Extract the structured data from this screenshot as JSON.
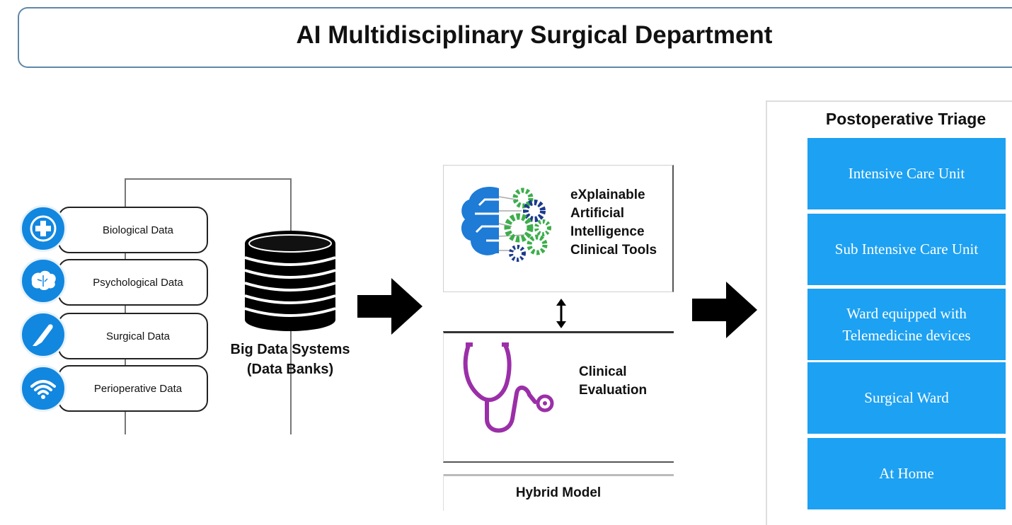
{
  "title": "AI Multidisciplinary Surgical Department",
  "data_sources": [
    {
      "label": "Biological Data",
      "icon": "medical-cross-icon"
    },
    {
      "label": "Psychological Data",
      "icon": "brain-icon"
    },
    {
      "label": "Surgical Data",
      "icon": "scalpel-icon"
    },
    {
      "label": "Perioperative Data",
      "icon": "wifi-icon"
    }
  ],
  "data_bank": {
    "line1": "Big Data Systems",
    "line2": "(Data Banks)"
  },
  "xai": {
    "line1": "eXplainable",
    "line2": "Artificial",
    "line3": "Intelligence",
    "line4": "Clinical Tools"
  },
  "clinical": {
    "line1": "Clinical",
    "line2": "Evaluation"
  },
  "hybrid_label": "Hybrid Model",
  "triage": {
    "title": "Postoperative Triage",
    "items": [
      {
        "label": "Intensive Care Unit"
      },
      {
        "label": "Sub Intensive Care Unit"
      },
      {
        "label": "Ward equipped with  Telemedicine devices"
      },
      {
        "label": "Surgical Ward"
      },
      {
        "label": "At Home"
      }
    ]
  },
  "colors": {
    "accent_blue": "#1da1f2",
    "icon_blue": "#1287df",
    "stethoscope": "#9b2fa8",
    "gear_green": "#3cae4a",
    "brain_blue": "#1e7bd6"
  }
}
